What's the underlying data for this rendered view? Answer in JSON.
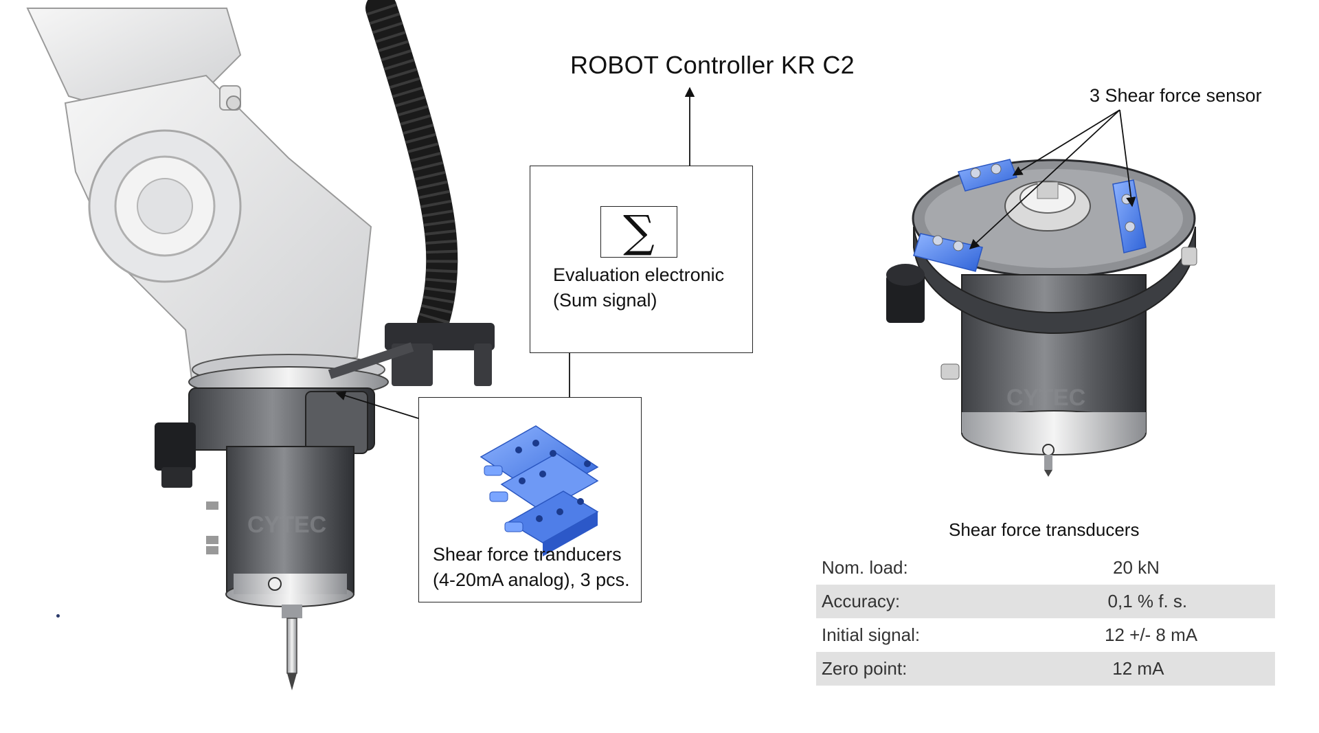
{
  "diagram": {
    "controller_label": "ROBOT Controller KR C2",
    "evaluation": {
      "symbol": "∑",
      "line1": "Evaluation electronic",
      "line2": "(Sum signal)"
    },
    "transducer": {
      "line1": "Shear force tranducers",
      "line2": "(4-20mA analog), 3 pcs."
    },
    "sensor_label": "3 Shear force sensor",
    "logo_text": "CYTEC",
    "colors": {
      "sensor_blue": "#5b8ff0",
      "housing_dark": "#4a4c50",
      "robot_white": "#ececec",
      "table_shade": "#e1e1e1"
    }
  },
  "specs": {
    "title": "Shear force transducers",
    "rows": [
      {
        "key": "Nom. load:",
        "value": "20 kN",
        "shaded": false
      },
      {
        "key": "Accuracy:",
        "value": "0,1 % f. s.",
        "shaded": true
      },
      {
        "key": "Initial signal:",
        "value": "12 +/- 8 mA",
        "shaded": false
      },
      {
        "key": "Zero point:",
        "value": "12 mA",
        "shaded": true
      }
    ]
  }
}
